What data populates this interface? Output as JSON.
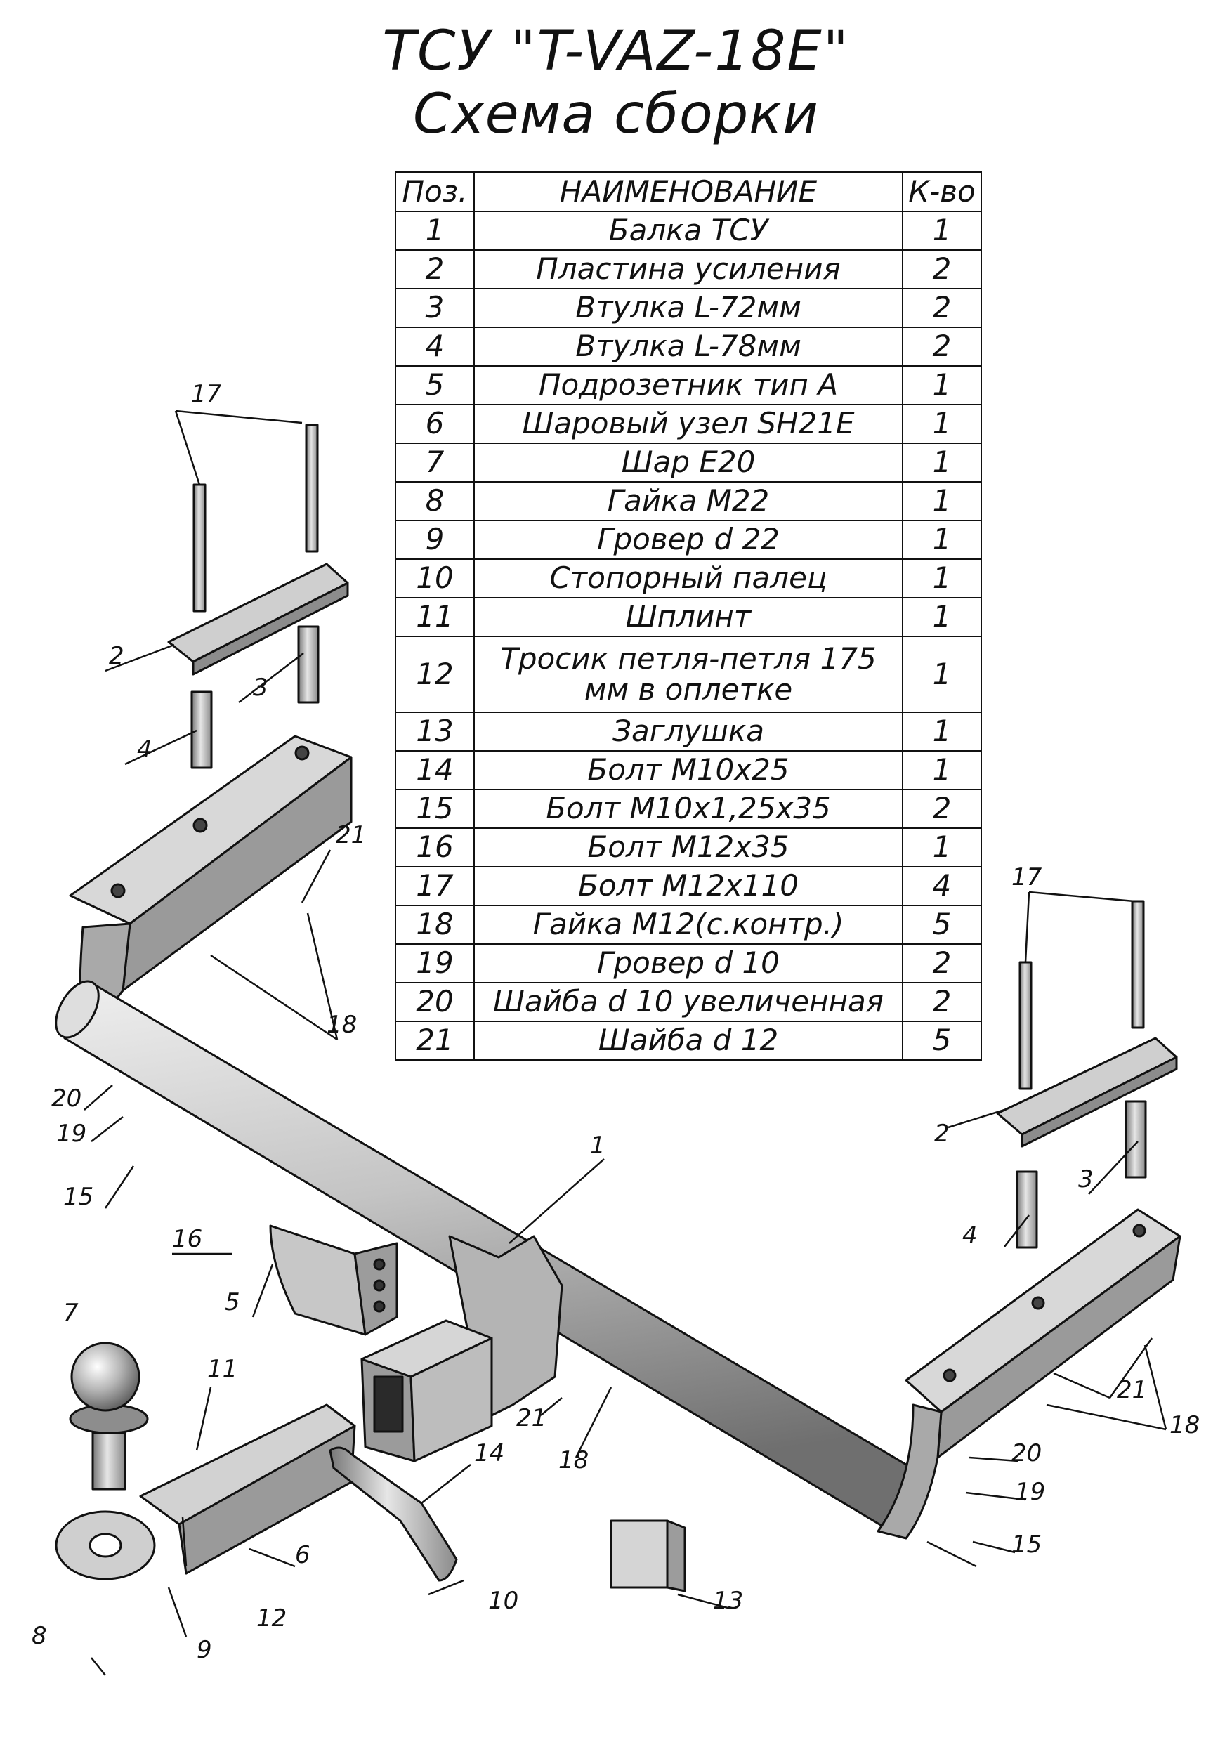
{
  "title_line1": "ТСУ \"T-VAZ-18E\"",
  "title_line2": "Схема сборки",
  "table": {
    "headers": [
      "Поз.",
      "НАИМЕНОВАНИЕ",
      "К-во"
    ],
    "rows": [
      {
        "pos": "1",
        "name": "Балка ТСУ",
        "qty": "1"
      },
      {
        "pos": "2",
        "name": "Пластина усиления",
        "qty": "2"
      },
      {
        "pos": "3",
        "name": "Втулка L-72мм",
        "qty": "2"
      },
      {
        "pos": "4",
        "name": "Втулка L-78мм",
        "qty": "2"
      },
      {
        "pos": "5",
        "name": "Подрозетник тип А",
        "qty": "1"
      },
      {
        "pos": "6",
        "name": "Шаровый узел SH21E",
        "qty": "1"
      },
      {
        "pos": "7",
        "name": "Шар Е20",
        "qty": "1"
      },
      {
        "pos": "8",
        "name": "Гайка М22",
        "qty": "1"
      },
      {
        "pos": "9",
        "name": "Гровер d 22",
        "qty": "1"
      },
      {
        "pos": "10",
        "name": "Стопорный палец",
        "qty": "1"
      },
      {
        "pos": "11",
        "name": "Шплинт",
        "qty": "1"
      },
      {
        "pos": "12",
        "name": "Тросик петля-петля 175 мм в оплетке",
        "qty": "1"
      },
      {
        "pos": "13",
        "name": "Заглушка",
        "qty": "1"
      },
      {
        "pos": "14",
        "name": "Болт М10х25",
        "qty": "1"
      },
      {
        "pos": "15",
        "name": "Болт М10х1,25х35",
        "qty": "2"
      },
      {
        "pos": "16",
        "name": "Болт М12х35",
        "qty": "1"
      },
      {
        "pos": "17",
        "name": "Болт М12х110",
        "qty": "4"
      },
      {
        "pos": "18",
        "name": "Гайка М12(с.контр.)",
        "qty": "5"
      },
      {
        "pos": "19",
        "name": "Гровер d 10",
        "qty": "2"
      },
      {
        "pos": "20",
        "name": "Шайба d 10 увеличенная",
        "qty": "2"
      },
      {
        "pos": "21",
        "name": "Шайба d 12",
        "qty": "5"
      }
    ]
  },
  "callouts": {
    "c1": "1",
    "c2l": "2",
    "c2r": "2",
    "c3l": "3",
    "c3r": "3",
    "c4l": "4",
    "c4r": "4",
    "c5": "5",
    "c6": "6",
    "c7": "7",
    "c8": "8",
    "c9": "9",
    "c10": "10",
    "c11": "11",
    "c12": "12",
    "c13": "13",
    "c14": "14",
    "c15l": "15",
    "c15r": "15",
    "c16": "16",
    "c17l": "17",
    "c17r": "17",
    "c18l": "18",
    "c18m": "18",
    "c18r": "18",
    "c19l": "19",
    "c19r": "19",
    "c20l": "20",
    "c20r": "20",
    "c21l": "21",
    "c21m": "21",
    "c21r": "21"
  },
  "colors": {
    "ink": "#111111",
    "metal": "#b8b8b8",
    "metal_dark": "#7a7a7a",
    "metal_light": "#dcdcdc"
  }
}
